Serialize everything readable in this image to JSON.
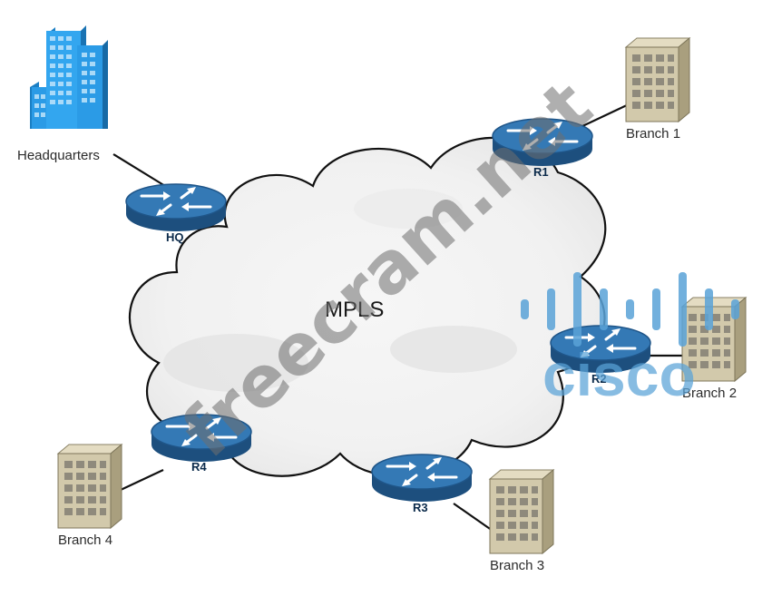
{
  "diagram": {
    "cloud_label": "MPLS",
    "nodes": {
      "headquarters": "Headquarters",
      "branch1": "Branch 1",
      "branch2": "Branch 2",
      "branch3": "Branch 3",
      "branch4": "Branch 4"
    },
    "routers": {
      "hq": "HQ",
      "r1": "R1",
      "r2": "R2",
      "r3": "R3",
      "r4": "R4"
    }
  },
  "watermark": "freecram.net",
  "logo": "cisco",
  "colors": {
    "router_top": "#2f6fa6",
    "router_side": "#1d4f7e",
    "hq_building": "#2b9be6",
    "branch_building": "#cfc6a8",
    "logo": "#5aa3d8"
  }
}
